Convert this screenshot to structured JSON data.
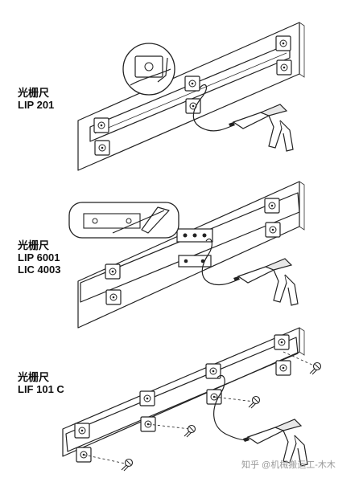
{
  "panels": [
    {
      "label_lines": [
        "光栅尺",
        "LIP 201"
      ]
    },
    {
      "label_lines": [
        "光栅尺",
        "LIP 6001",
        "LIC 4003"
      ]
    },
    {
      "label_lines": [
        "光栅尺",
        "LIF 101 C"
      ]
    }
  ],
  "watermark": "知乎 @机械搬运工-木木",
  "colors": {
    "line": "#222222",
    "shade": "#cfcfcf",
    "background": "#ffffff"
  }
}
